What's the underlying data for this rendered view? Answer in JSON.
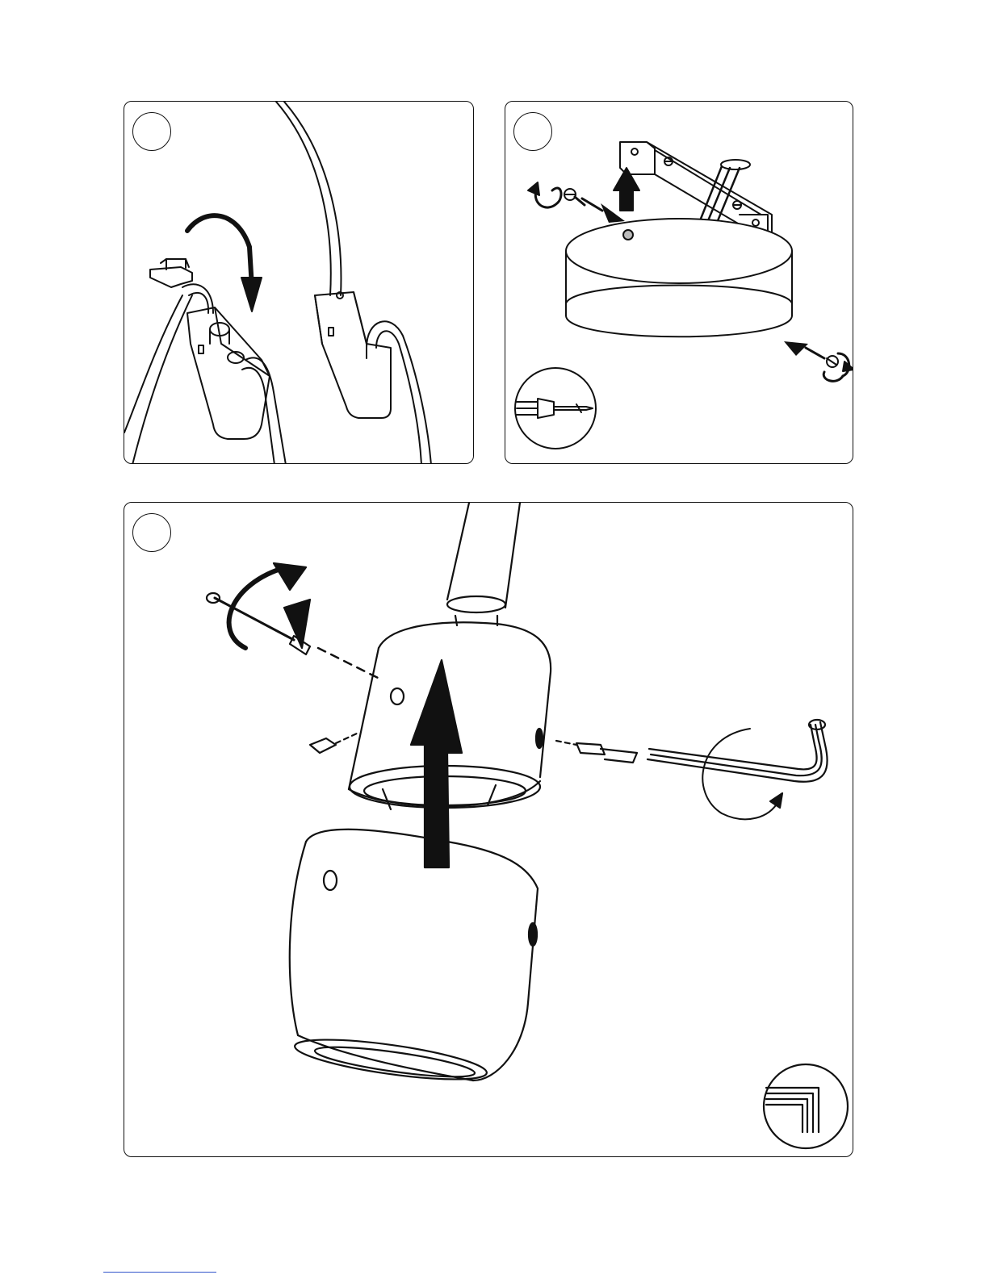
{
  "page": {
    "panels": [
      {
        "step_icon": "blank-step-circle",
        "content_icon": "cable-clip-connector-icon"
      },
      {
        "step_icon": "blank-step-circle",
        "content_icon": "ceiling-mount-screws-icon",
        "tool_icon": "screwdriver-icon"
      },
      {
        "step_icon": "blank-step-circle",
        "content_icon": "spotlight-assembly-icon",
        "tool_icon": "allen-key-icon"
      }
    ],
    "colors": {
      "line": "#111111",
      "background": "#ffffff",
      "footer_line": "#3355cc"
    }
  }
}
